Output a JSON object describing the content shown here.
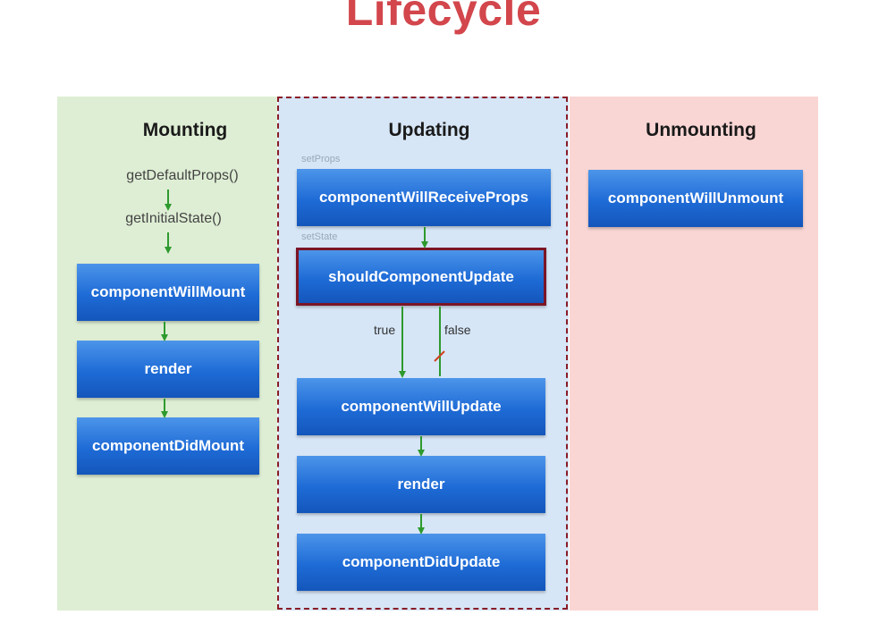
{
  "title": "Lifecycle",
  "columns": {
    "mounting": {
      "heading": "Mounting",
      "methods": [
        "getDefaultProps()",
        "getInitialState()"
      ],
      "boxes": [
        "componentWillMount",
        "render",
        "componentDidMount"
      ]
    },
    "updating": {
      "heading": "Updating",
      "set_props_label": "setProps",
      "set_state_label": "setState",
      "boxes": [
        "componentWillReceiveProps",
        "shouldComponentUpdate",
        "componentWillUpdate",
        "render",
        "componentDidUpdate"
      ],
      "true_label": "true",
      "false_label": "false"
    },
    "unmounting": {
      "heading": "Unmounting",
      "boxes": [
        "componentWillUnmount"
      ]
    }
  },
  "colors": {
    "title": "#d2464c",
    "mounting_bg": "#deeed4",
    "updating_bg": "#d6e6f7",
    "unmounting_bg": "#f9d6d4",
    "box_blue": "#1e6bd6",
    "arrow_green": "#2e9a2e",
    "highlight_border": "#7b1526",
    "cut_mark": "#d04020"
  }
}
